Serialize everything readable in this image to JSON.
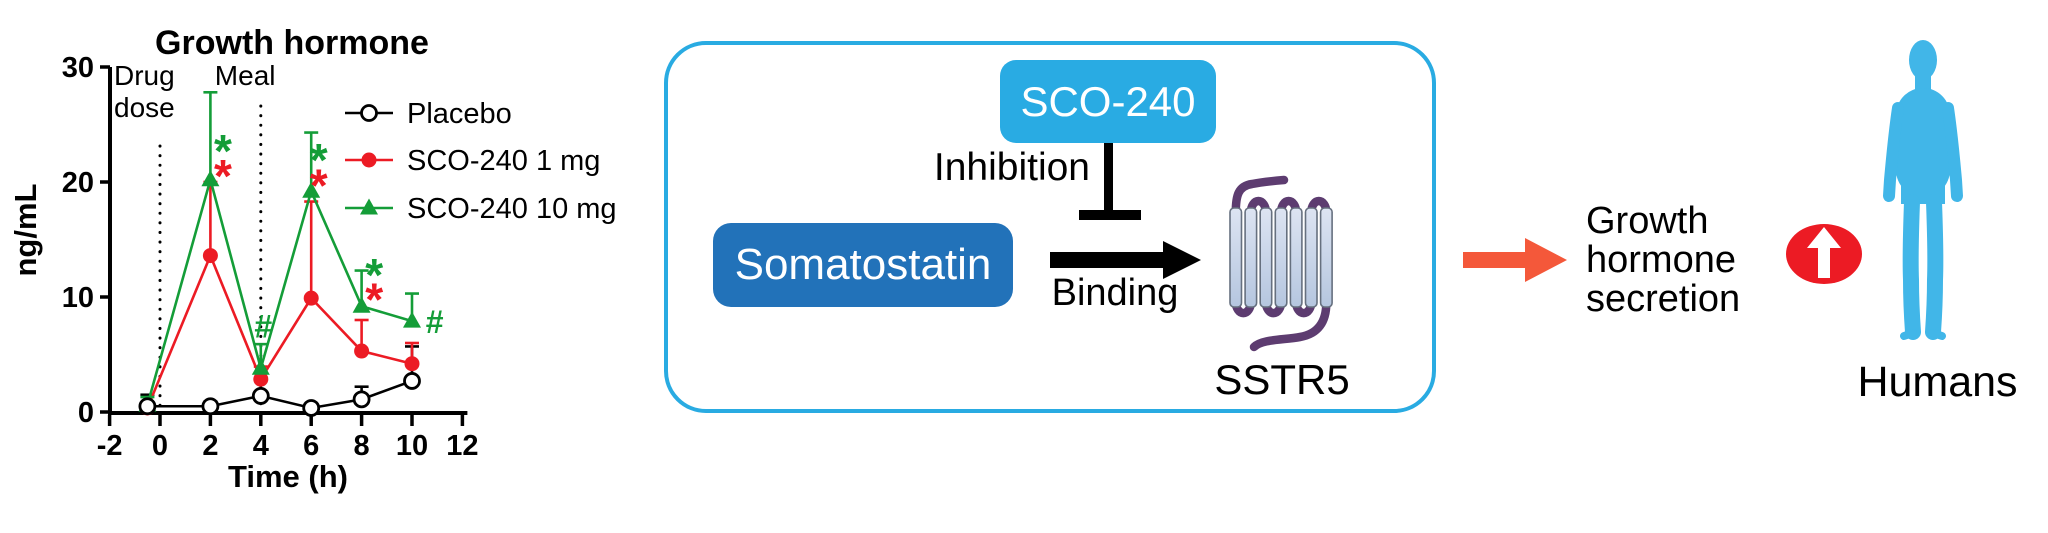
{
  "colors": {
    "accent_cyan": "#29ABE2",
    "sco_box_cyan": "#29ABE3",
    "somatostatin_blue": "#2272B9",
    "red": "#EC1B24",
    "green": "#149D38",
    "orange_arrow": "#F4583A",
    "receptor_purple": "#5D3C70",
    "receptor_helix": "#C3D2E8",
    "human_blue": "#41B6E8",
    "up_arrow_badge_red": "#EC1B24"
  },
  "chart_data": {
    "type": "line",
    "title": "Growth hormone",
    "ylabel": "ng/mL",
    "xlabel": "Time (h)",
    "xlim": [
      -2,
      12
    ],
    "ylim": [
      0,
      30
    ],
    "xticks": [
      -2,
      0,
      2,
      4,
      6,
      8,
      10,
      12
    ],
    "yticks": [
      0,
      10,
      20,
      30
    ],
    "grid": false,
    "legend_position": "upper right",
    "x": [
      -0.5,
      2,
      4,
      6,
      8,
      10
    ],
    "series": [
      {
        "name": "Placebo",
        "color": "#000000",
        "marker": "circle-open",
        "values": [
          0.5,
          0.5,
          1.4,
          0.35,
          1.1,
          2.7
        ],
        "errors": [
          1.0,
          0.4,
          2.0,
          0.3,
          1.1,
          3.0
        ]
      },
      {
        "name": "SCO-240 1 mg",
        "color": "#EC1B24",
        "marker": "circle",
        "values": [
          0.35,
          13.6,
          2.85,
          9.9,
          5.3,
          4.2
        ],
        "errors": [
          0.5,
          6.4,
          1.1,
          8.4,
          2.7,
          1.8
        ]
      },
      {
        "name": "SCO-240 10 mg",
        "color": "#149D38",
        "marker": "triangle",
        "values": [
          0.6,
          20.2,
          3.8,
          19.2,
          9.2,
          7.9
        ],
        "errors": [
          0.7,
          7.6,
          2.1,
          5.1,
          3.1,
          2.4
        ]
      }
    ],
    "events": [
      {
        "label": "Drug dose",
        "x": 0
      },
      {
        "label": "Meal",
        "x": 4
      }
    ],
    "sig_marks": [
      {
        "symbol": "*",
        "color": "#149D38",
        "x": 2.5,
        "y": 23.4
      },
      {
        "symbol": "*",
        "color": "#EC1B24",
        "x": 2.5,
        "y": 21.2
      },
      {
        "symbol": "#",
        "color": "#149D38",
        "x": 4.1,
        "y": 7.6
      },
      {
        "symbol": "*",
        "color": "#149D38",
        "x": 6.3,
        "y": 22.6
      },
      {
        "symbol": "*",
        "color": "#EC1B24",
        "x": 6.3,
        "y": 20.4
      },
      {
        "symbol": "*",
        "color": "#149D38",
        "x": 8.5,
        "y": 12.6
      },
      {
        "symbol": "*",
        "color": "#EC1B24",
        "x": 8.5,
        "y": 10.5
      },
      {
        "symbol": "#",
        "color": "#149D38",
        "x": 10.9,
        "y": 8.0
      }
    ]
  },
  "diagram": {
    "sco240_label": "SCO-240",
    "inhibition_label": "Inhibition",
    "somatostatin_label": "Somatostatin",
    "binding_label": "Binding",
    "receptor_label": "SSTR5"
  },
  "outcome": {
    "text": "Growth hormone secretion",
    "subject_label": "Humans"
  }
}
